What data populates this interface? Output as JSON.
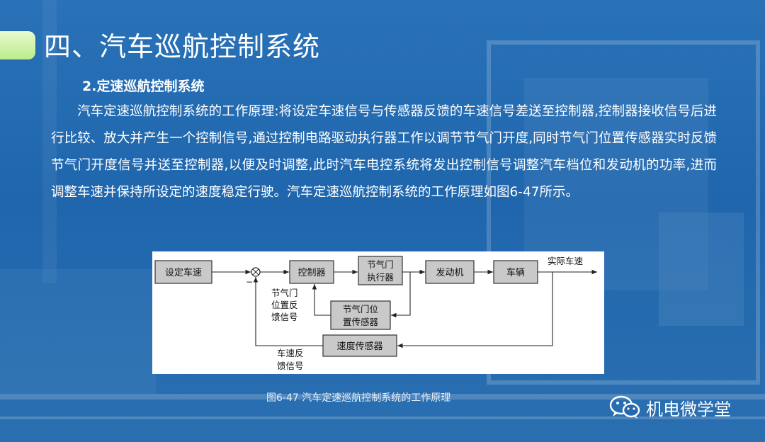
{
  "slide": {
    "title": "四、汽车巡航控制系统",
    "subheading": "2.定速巡航控制系统",
    "body": "汽车定速巡航控制系统的工作原理:将设定车速信号与传感器反馈的车速信号差送至控制器,控制器接收信号后进行比较、放大并产生一个控制信号,通过控制电路驱动执行器工作以调节节气门开度,同时节气门位置传感器实时反馈节气门开度信号并送至控制器,以便及时调整,此时汽车电控系统将发出控制信号调整汽车档位和发动机的功率,进而调整车速并保持所设定的速度稳定行驶。汽车定速巡航控制系统的工作原理如图6-47所示。",
    "caption": "图6-47    汽车定速巡航控制系统的工作原理"
  },
  "diagram": {
    "blocks": {
      "set_speed": "设定车速",
      "controller": "控制器",
      "actuator_l1": "节气门",
      "actuator_l2": "执行器",
      "engine": "发动机",
      "vehicle": "车辆",
      "tps_l1": "节气门位",
      "tps_l2": "置传感器",
      "speed_sensor": "速度传感器"
    },
    "labels": {
      "actual_speed": "实际车速",
      "minus": "−",
      "throttle_fb_1": "节气门",
      "throttle_fb_2": "位置反",
      "throttle_fb_3": "馈信号",
      "speed_fb_1": "车速反",
      "speed_fb_2": "馈信号"
    }
  },
  "brand": {
    "label": "机电微学堂",
    "icon": "wechat-icon"
  },
  "colors": {
    "background": "#2568ad",
    "title_badge": "#c8f29e",
    "block_fill": "#c9c9c9"
  }
}
